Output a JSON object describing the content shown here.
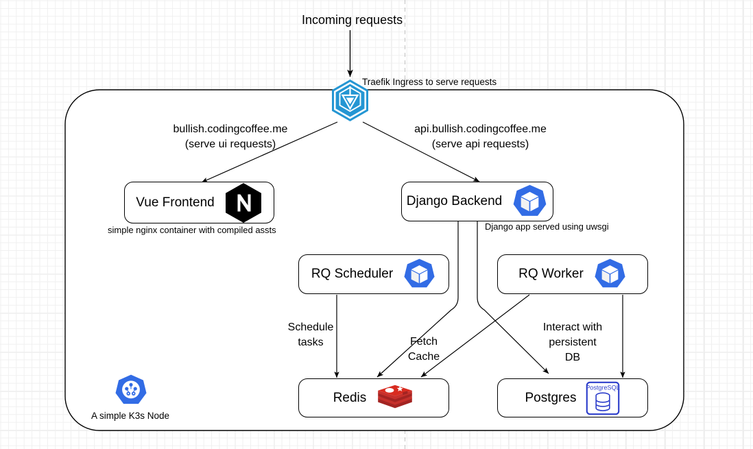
{
  "diagram": {
    "title_text": "Incoming requests",
    "ingress_caption": "Traefik Ingress to serve requests",
    "cluster_caption": "A simple K3s Node",
    "frontend_caption": "simple nginx container with compiled assts",
    "backend_caption": "Django app served using uwsgi",
    "colors": {
      "traefik_blue": "#2496d3",
      "kubernetes_blue": "#326ce5",
      "nginx_black": "#000000",
      "redis_red": "#c6302b",
      "postgres_blue": "#31648c",
      "line": "#000000",
      "grid_minor": "#f0f0f0",
      "grid_major": "#e3e3e3"
    },
    "nodes": [
      {
        "id": "frontend",
        "label": "Vue Frontend",
        "icon": "nginx-icon"
      },
      {
        "id": "backend",
        "label": "Django Backend",
        "icon": "kubernetes-pod-icon"
      },
      {
        "id": "scheduler",
        "label": "RQ Scheduler",
        "icon": "kubernetes-pod-icon"
      },
      {
        "id": "worker",
        "label": "RQ Worker",
        "icon": "kubernetes-pod-icon"
      },
      {
        "id": "redis",
        "label": "Redis",
        "icon": "redis-icon"
      },
      {
        "id": "postgres",
        "label": "Postgres",
        "icon": "postgresql-icon"
      }
    ],
    "edge_labels": [
      {
        "id": "ui-route",
        "text": "bullish.codingcoffee.me\n(serve ui requests)"
      },
      {
        "id": "api-route",
        "text": "api.bullish.codingcoffee.me\n(serve api requests)"
      },
      {
        "id": "schedule",
        "text": "Schedule\ntasks"
      },
      {
        "id": "cache",
        "text": "Fetch\nCache"
      },
      {
        "id": "db",
        "text": "Interact with\npersistent\nDB"
      }
    ],
    "icon_text": {
      "postgres_wordmark": "PostgreSQL",
      "nginx_letter": "N"
    }
  }
}
